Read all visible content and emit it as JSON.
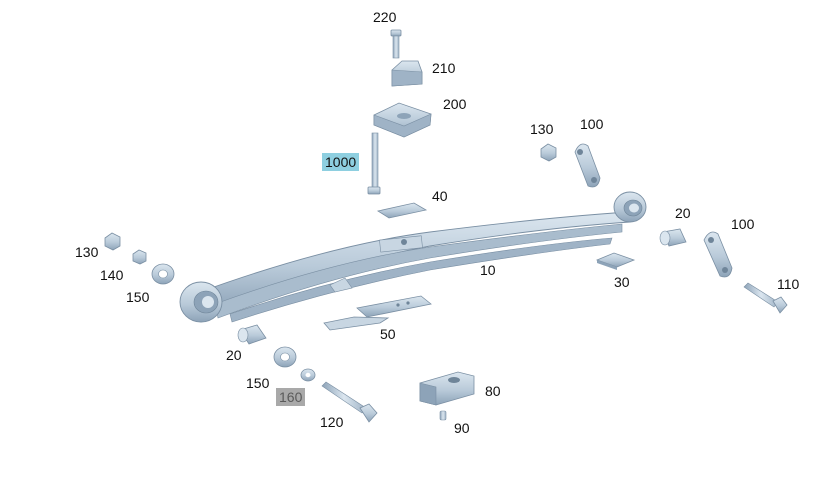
{
  "diagram": {
    "colors": {
      "part_fill": "#b9cad9",
      "part_shade": "#8da3b8",
      "part_dark": "#6f8599",
      "part_light": "#dbe6ef",
      "highlight_blue": "#8ecfe0",
      "highlight_grey": "#a9a9a9"
    },
    "callouts": [
      {
        "id": "c220",
        "text": "220",
        "highlight": null
      },
      {
        "id": "c210",
        "text": "210",
        "highlight": null
      },
      {
        "id": "c200",
        "text": "200",
        "highlight": null
      },
      {
        "id": "c1000",
        "text": "1000",
        "highlight": "blue"
      },
      {
        "id": "c40",
        "text": "40",
        "highlight": null
      },
      {
        "id": "c130r",
        "text": "130",
        "highlight": null
      },
      {
        "id": "c100r",
        "text": "100",
        "highlight": null
      },
      {
        "id": "c20r",
        "text": "20",
        "highlight": null
      },
      {
        "id": "c100r2",
        "text": "100",
        "highlight": null
      },
      {
        "id": "c110",
        "text": "110",
        "highlight": null
      },
      {
        "id": "c30",
        "text": "30",
        "highlight": null
      },
      {
        "id": "c10",
        "text": "10",
        "highlight": null
      },
      {
        "id": "c130l",
        "text": "130",
        "highlight": null
      },
      {
        "id": "c140",
        "text": "140",
        "highlight": null
      },
      {
        "id": "c150l",
        "text": "150",
        "highlight": null
      },
      {
        "id": "c50",
        "text": "50",
        "highlight": null
      },
      {
        "id": "c20l",
        "text": "20",
        "highlight": null
      },
      {
        "id": "c150b",
        "text": "150",
        "highlight": null
      },
      {
        "id": "c160",
        "text": "160",
        "highlight": "grey"
      },
      {
        "id": "c120",
        "text": "120",
        "highlight": null
      },
      {
        "id": "c80",
        "text": "80",
        "highlight": null
      },
      {
        "id": "c90",
        "text": "90",
        "highlight": null
      }
    ]
  }
}
